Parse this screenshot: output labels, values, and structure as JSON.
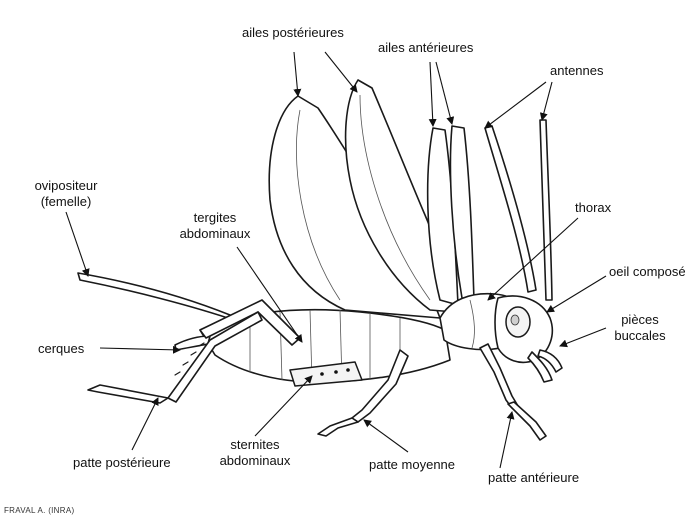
{
  "labels": {
    "ailes_posterieures": "ailes postérieures",
    "ailes_anterieures": "ailes antérieures",
    "antennes": "antennes",
    "ovipositeur_l1": "ovipositeur",
    "ovipositeur_l2": "(femelle)",
    "tergites_l1": "tergites",
    "tergites_l2": "abdominaux",
    "thorax": "thorax",
    "oeil": "oeil composé",
    "pieces_l1": "pièces",
    "pieces_l2": "buccales",
    "cerques": "cerques",
    "patte_posterieure": "patte postérieure",
    "sternites_l1": "sternites",
    "sternites_l2": "abdominaux",
    "patte_moyenne": "patte moyenne",
    "patte_anterieure": "patte antérieure"
  },
  "credit": "FRAVAL A. (INRA)"
}
